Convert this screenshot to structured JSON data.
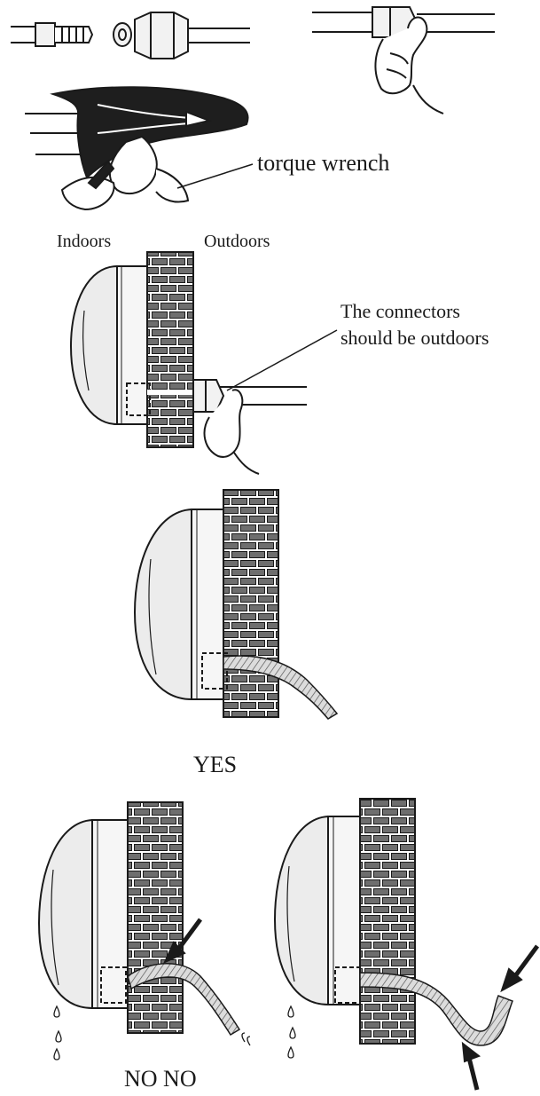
{
  "labels": {
    "torque_wrench": "torque wrench",
    "indoors": "Indoors",
    "outdoors": "Outdoors",
    "connectors_line1": "The connectors",
    "connectors_line2": "should be outdoors",
    "yes": "YES",
    "no_no": "NO NO"
  },
  "colors": {
    "ink": "#1a1a1a",
    "brick_fill": "#6e6e6e",
    "unit_fill": "#ececec",
    "panel_fill": "#f6f6f6",
    "pipe_fill": "#d8d8d8"
  }
}
